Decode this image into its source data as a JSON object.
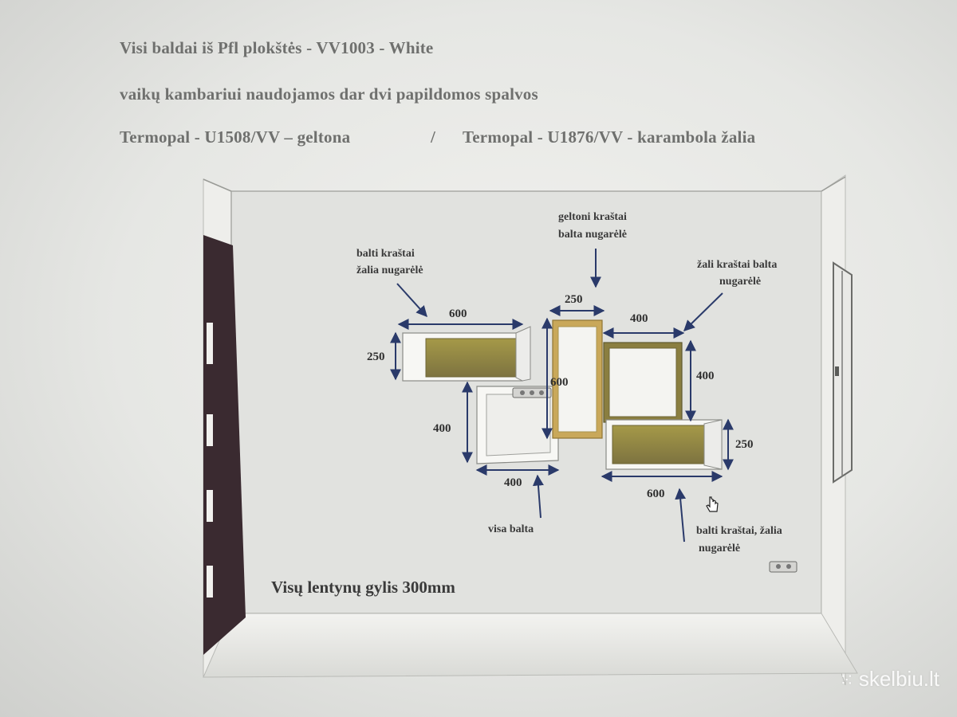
{
  "header": {
    "line1": "Visi baldai iš Pfl plokštės - VV1003 - White",
    "line2": "vaikų kambariui naudojamos dar dvi papildomos spalvos",
    "line3_left": "Termopal - U1508/VV – geltona",
    "line3_separator": "/",
    "line3_right": "Termopal - U1876/VV - karambola žalia"
  },
  "annotations": {
    "shelf1": [
      "balti kraštai",
      "žalia nugarėlė"
    ],
    "shelf2": [
      "geltoni kraštai",
      "balta nugarėlė"
    ],
    "shelf3": [
      "žali kraštai balta",
      "nugarėlė"
    ],
    "shelf4": [
      "balti kraštai, žalia",
      "nugarėlė"
    ],
    "shelf5": "visa balta"
  },
  "dimensions": {
    "s1_width": "600",
    "s1_height": "250",
    "s2_width": "250",
    "s2_height": "600",
    "s3_width": "400",
    "s3_height": "400",
    "s4_height": "250",
    "s4_width": "600",
    "s5_height": "400",
    "s5_width": "400"
  },
  "footer": {
    "depth_note": "Visų lentynų gylis 300mm"
  },
  "watermark": "skelbiu.lt",
  "colors": {
    "wall": "#e3e3e0",
    "green_back": "#857a3f",
    "yellow_edge": "#c9a85a",
    "white_edge": "#f7f7f4",
    "door": "#3a2a30"
  }
}
